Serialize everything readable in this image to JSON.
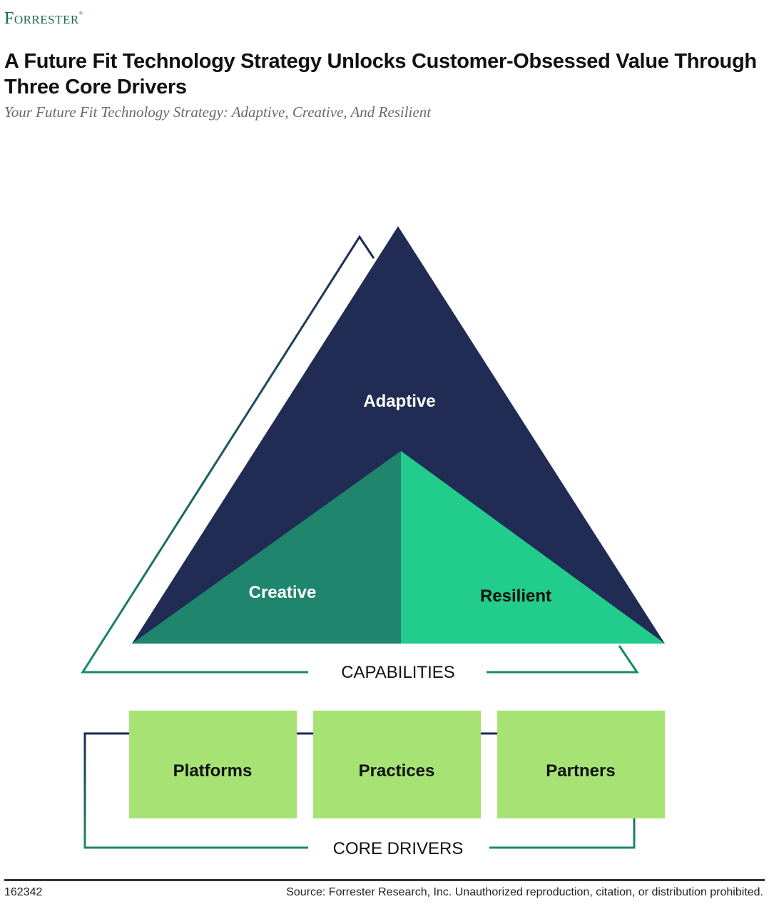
{
  "brand": {
    "logo_text": "Forrester",
    "registered_mark": "®"
  },
  "header": {
    "title": "A Future Fit Technology Strategy Unlocks Customer-Obsessed Value Through Three Core Drivers",
    "subtitle": "Your Future Fit Technology Strategy: Adaptive, Creative, And Resilient"
  },
  "diagram": {
    "capabilities": {
      "section_label": "CAPABILITIES",
      "items": [
        {
          "label": "Adaptive",
          "color": "#212c55",
          "text_color": "#ffffff"
        },
        {
          "label": "Creative",
          "color": "#1f856c",
          "text_color": "#ffffff"
        },
        {
          "label": "Resilient",
          "color": "#22cc8c",
          "text_color": "#111111"
        }
      ],
      "outline_colors": [
        "#1a2a55",
        "#1b8a68"
      ]
    },
    "core_drivers": {
      "section_label": "CORE DRIVERS",
      "box_color": "#a6e274",
      "items": [
        {
          "label": "Platforms"
        },
        {
          "label": "Practices"
        },
        {
          "label": "Partners"
        }
      ],
      "connector_colors": [
        "#1a2a55",
        "#1b8a68"
      ]
    }
  },
  "footer": {
    "figure_id": "162342",
    "source": "Source: Forrester Research, Inc. Unauthorized reproduction, citation, or distribution prohibited."
  }
}
